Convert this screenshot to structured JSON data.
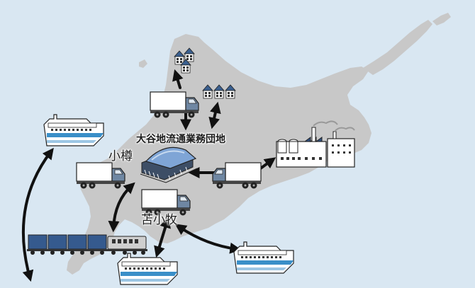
{
  "map": {
    "colors": {
      "sea": "#d9e7f2",
      "land": "#c8c8c8",
      "arrow": "#111111",
      "ship_hull": "#ffffff",
      "ship_stripe": "#3a8fc8",
      "truck_cab": "#6f87a3",
      "container_blue": "#355a8e",
      "warehouse_roof": "#7fa5d6"
    },
    "labels": {
      "hub": "大谷地流通業務団地",
      "otaru": "小樽",
      "tomakomai": "苫小牧"
    }
  }
}
